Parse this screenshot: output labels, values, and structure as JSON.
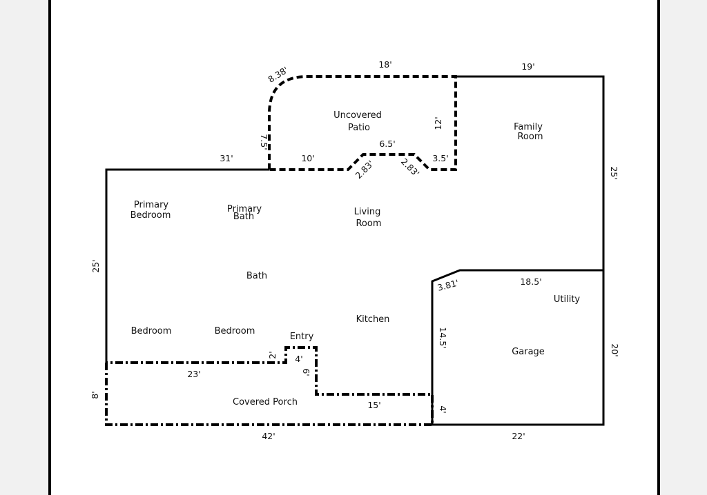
{
  "rooms": {
    "uncovered_patio": [
      "Uncovered",
      "Patio"
    ],
    "family_room": [
      "Family",
      "Room"
    ],
    "primary_bedroom": [
      "Primary",
      "Bedroom"
    ],
    "primary_bath": [
      "Primary",
      "Bath"
    ],
    "living_room": [
      "Living",
      "Room"
    ],
    "bath": "Bath",
    "utility": "Utility",
    "kitchen": "Kitchen",
    "bedroom_1": "Bedroom",
    "bedroom_2": "Bedroom",
    "entry": "Entry",
    "garage": "Garage",
    "covered_porch": "Covered Porch"
  },
  "dimensions": {
    "patio_arc": "8.38'",
    "patio_top": "18'",
    "family_top": "19'",
    "patio_left": "7.5'",
    "patio_right": "12'",
    "patio_bump_top": "6.5'",
    "house_top_left": "31'",
    "patio_bottom_left": "10'",
    "patio_bottom_right": "3.5'",
    "bump_left_diag": "2.83'",
    "bump_right_diag": "2.83'",
    "house_right_upper": "25'",
    "house_left": "25'",
    "garage_diag": "3.81'",
    "garage_top": "18.5'",
    "garage_left": "14.5'",
    "garage_right": "20'",
    "entry_step": "2'",
    "entry_width": "4'",
    "entry_depth": "6'",
    "porch_top_left": "23'",
    "porch_left": "8'",
    "porch_inner": "15'",
    "porch_right": "4'",
    "porch_bottom": "42'",
    "garage_bottom": "22'"
  }
}
